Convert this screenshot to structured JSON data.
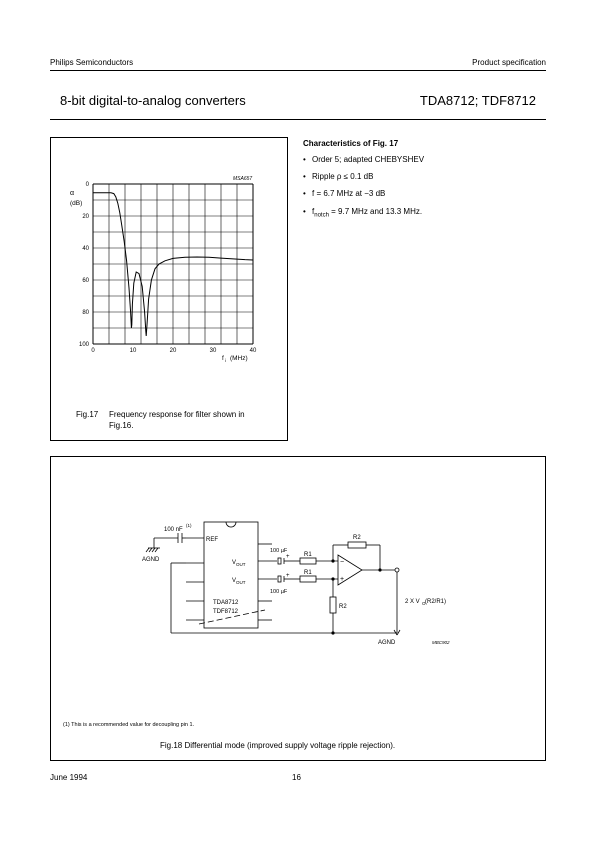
{
  "header": {
    "company": "Philips Semiconductors",
    "doc_type": "Product specification",
    "title": "8-bit digital-to-analog converters",
    "part_numbers": "TDA8712; TDF8712"
  },
  "figure17": {
    "code": "MSA657",
    "caption_num": "Fig.17",
    "caption_text": "Frequency response for filter shown in",
    "caption_text2": "Fig.16.",
    "chart_data": {
      "type": "line",
      "title": "",
      "ylabel_symbol": "α",
      "ylabel_unit": "(dB)",
      "xlabel_symbol": "f",
      "xlabel_sub": "i",
      "xlabel_unit": "(MHz)",
      "xlim": [
        0,
        40
      ],
      "ylim": [
        0,
        100
      ],
      "y_inverted": true,
      "grid": true,
      "x_ticks": [
        "0",
        "10",
        "20",
        "30",
        "40"
      ],
      "y_ticks": [
        "0",
        "20",
        "40",
        "60",
        "80",
        "100"
      ],
      "series": [
        {
          "x": [
            0,
            4.5,
            5.2,
            5.7,
            6.2,
            6.7,
            7.2,
            7.8,
            8.4,
            9.0,
            9.4,
            9.6,
            9.7,
            9.85,
            10.2,
            10.8,
            11.5,
            12.3,
            12.9,
            13.2,
            13.3,
            13.5,
            13.9,
            14.6,
            15.5,
            16.5,
            18,
            20,
            23,
            26,
            29,
            32,
            35,
            38,
            40
          ],
          "y": [
            5.5,
            5.5,
            6,
            8,
            12,
            18,
            26,
            36,
            48,
            65,
            80,
            90,
            88,
            75,
            62,
            55,
            56,
            64,
            80,
            92,
            95,
            88,
            72,
            60,
            53,
            50,
            48,
            46.5,
            45.8,
            45.6,
            45.8,
            46.3,
            46.8,
            47.3,
            47.5
          ]
        }
      ]
    }
  },
  "characteristics": {
    "title": "Characteristics of Fig. 17",
    "items": [
      {
        "prefix": "Order 5; adapted CHEBYSHEV",
        "sub": "",
        "suffix": ""
      },
      {
        "prefix": "Ripple ρ ≤ 0.1 dB",
        "sub": "",
        "suffix": ""
      },
      {
        "prefix": "f = 6.7 MHz at  −3 dB",
        "sub": "",
        "suffix": ""
      },
      {
        "prefix": "f",
        "sub": "notch",
        "suffix": " = 9.7 MHz and 13.3 MHz."
      }
    ]
  },
  "figure18": {
    "code": "MBC902",
    "cap_label": "100 nF",
    "cap_note_marker": "(1)",
    "ref_label": "REF",
    "agnd_left": "AGND",
    "vout_bar": "V",
    "vout_bar_sub": "OUT",
    "vout": "V",
    "vout_sub": "OUT",
    "cap1": "100 µF",
    "cap2": "100 µF",
    "plus": "+",
    "r1_top": "R1",
    "r1_bot": "R1",
    "r2_top": "R2",
    "r2_bot": "R2",
    "opamp_minus": "−",
    "opamp_plus": "+",
    "chip_line1": "TDA8712",
    "chip_line2": "TDF8712",
    "output_label": "2 X V",
    "output_sub": "O",
    "output_suffix": " (R2/R1)",
    "agnd_bottom": "AGND",
    "footnote": "(1)   This is a recommended value for decoupling pin 1.",
    "caption": "Fig.18  Differential mode (improved supply voltage ripple rejection)."
  },
  "footer": {
    "date": "June 1994",
    "page": "16"
  }
}
